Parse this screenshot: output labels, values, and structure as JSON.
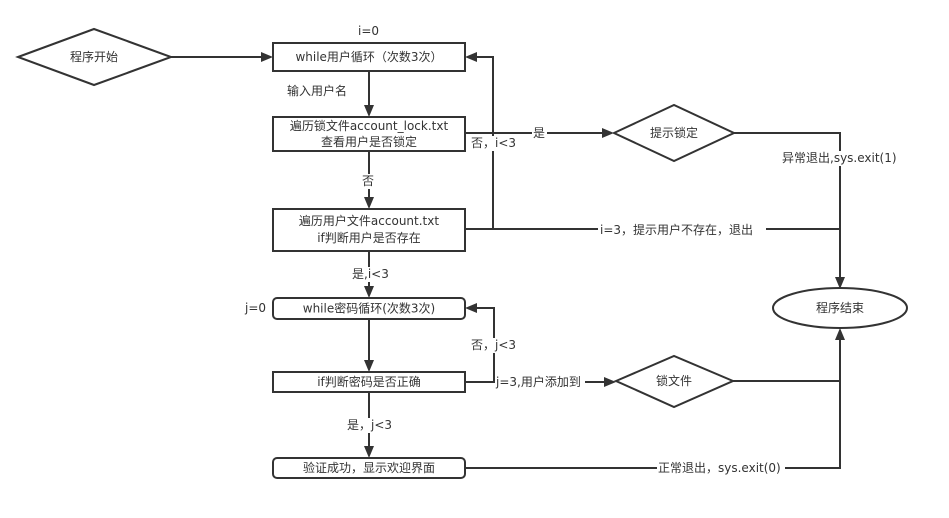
{
  "nodes": {
    "start": {
      "type": "diamond",
      "lines": [
        "程序开始"
      ]
    },
    "user_loop": {
      "type": "rect",
      "lines": [
        "while用户循环（次数3次）"
      ]
    },
    "check_lock": {
      "type": "rect",
      "lines": [
        "遍历锁文件account_lock.txt",
        "查看用户是否锁定"
      ]
    },
    "check_user": {
      "type": "rect",
      "lines": [
        "遍历用户文件account.txt",
        "if判断用户是否存在"
      ]
    },
    "pwd_loop": {
      "type": "rounded-rect",
      "lines": [
        "while密码循环(次数3次)"
      ]
    },
    "check_pwd": {
      "type": "rect",
      "lines": [
        "if判断密码是否正确"
      ]
    },
    "success": {
      "type": "rounded-rect",
      "lines": [
        "验证成功，显示欢迎界面"
      ]
    },
    "prompt_locked": {
      "type": "diamond",
      "lines": [
        "提示锁定"
      ]
    },
    "lock_file": {
      "type": "diamond",
      "lines": [
        "锁文件"
      ]
    },
    "end": {
      "type": "ellipse",
      "lines": [
        "程序结束"
      ]
    }
  },
  "labels": {
    "i_init": "i=0",
    "input_username": "输入用户名",
    "locked_yes": "是",
    "not_locked_loop": "否，i<3",
    "not_locked_down": "否",
    "abnormal_exit": "异常退出,sys.exit(1)",
    "user_not_exist": "i=3，提示用户不存在，退出",
    "user_exists": "是,i<3",
    "j_init": "j=0",
    "pwd_retry": "否，j<3",
    "add_to_lock": "j=3,用户添加到",
    "pwd_correct": "是，j<3",
    "normal_exit": "正常退出，sys.exit(0)"
  },
  "colors": {
    "stroke": "#333333",
    "background": "#ffffff",
    "text": "#333333"
  }
}
